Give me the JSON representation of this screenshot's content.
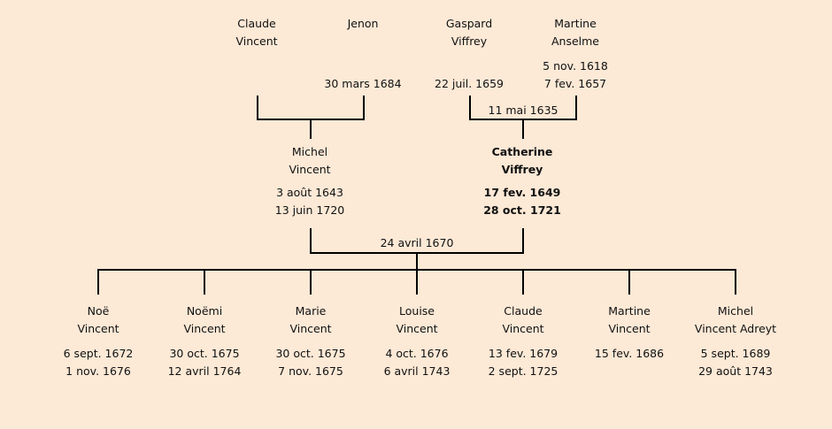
{
  "grandparents": [
    {
      "first": "Claude",
      "last": "Vincent",
      "dates": []
    },
    {
      "first": "Jenon",
      "last": "",
      "dates": [
        "30 mars 1684"
      ]
    },
    {
      "first": "Gaspard",
      "last": "Viffrey",
      "dates": [
        "22 juil. 1659"
      ]
    },
    {
      "first": "Martine",
      "last": "Anselme",
      "dates": [
        "5 nov. 1618",
        "7 fev. 1657"
      ]
    }
  ],
  "grandparents_marriage": "11 mai 1635",
  "parents": [
    {
      "first": "Michel",
      "last": "Vincent",
      "dates": [
        "3 août 1643",
        "13 juin 1720"
      ]
    },
    {
      "first": "Catherine",
      "last": "Viffrey",
      "dates": [
        "17 fev. 1649",
        "28 oct. 1721"
      ],
      "highlighted": true
    }
  ],
  "parents_marriage": "24 avril 1670",
  "children": [
    {
      "first": "Noë",
      "last": "Vincent",
      "dates": [
        "6 sept. 1672",
        "1 nov. 1676"
      ]
    },
    {
      "first": "Noëmi",
      "last": "Vincent",
      "dates": [
        "30 oct. 1675",
        "12 avril 1764"
      ]
    },
    {
      "first": "Marie",
      "last": "Vincent",
      "dates": [
        "30 oct. 1675",
        "7 nov. 1675"
      ]
    },
    {
      "first": "Louise",
      "last": "Vincent",
      "dates": [
        "4 oct. 1676",
        "6 avril 1743"
      ]
    },
    {
      "first": "Claude",
      "last": "Vincent",
      "dates": [
        "13 fev. 1679",
        "2 sept. 1725"
      ]
    },
    {
      "first": "Martine",
      "last": "Vincent",
      "dates": [
        "15 fev. 1686"
      ]
    },
    {
      "first": "Michel",
      "last": "Vincent Adreyt",
      "dates": [
        "5 sept. 1689",
        "29 août 1743"
      ]
    }
  ]
}
